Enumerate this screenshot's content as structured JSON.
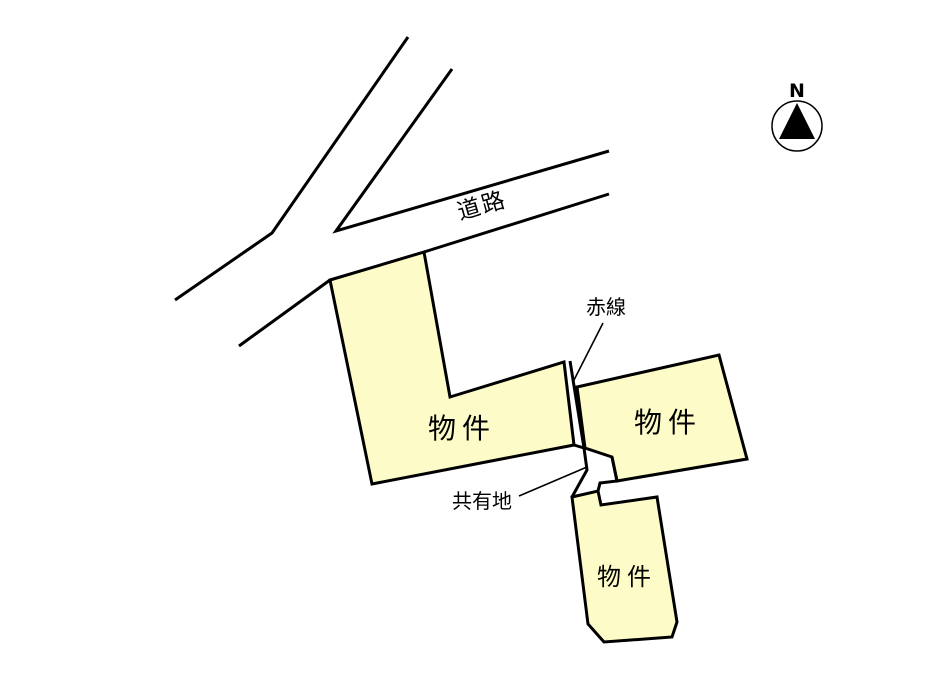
{
  "diagram": {
    "road_label": "道路",
    "akasen_label": "赤線",
    "shared_land_label": "共有地",
    "north_label": "N",
    "parcels": [
      {
        "id": "large",
        "label": "物件"
      },
      {
        "id": "east",
        "label": "物件"
      },
      {
        "id": "south",
        "label": "物件"
      }
    ]
  },
  "colors": {
    "parcel_fill": "#fdfcc8",
    "line": "#000000",
    "background": "#ffffff"
  },
  "icons": {
    "compass": "north-arrow-icon"
  }
}
